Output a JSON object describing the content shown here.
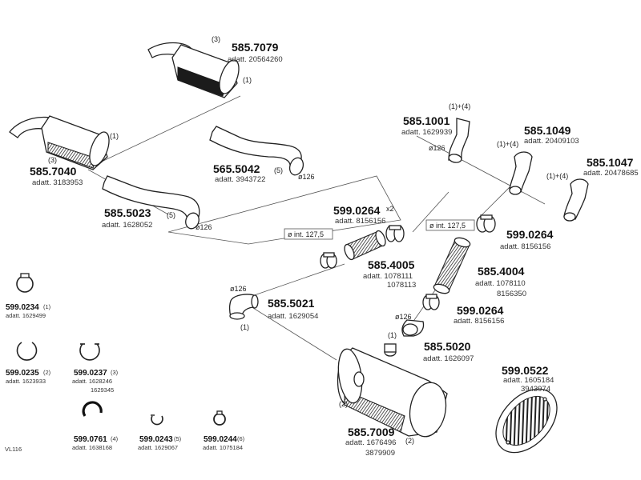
{
  "code": "VL116",
  "parts": {
    "p5857079": {
      "number": "585.7079",
      "ref": "adatt. 20564260",
      "qty": "(3)",
      "note": "(1)"
    },
    "p5857040": {
      "number": "585.7040",
      "ref": "adatt. 3183953",
      "qty": "(3)",
      "note": "(1)"
    },
    "p5855042": {
      "number": "565.5042",
      "ref": "adatt. 3943722",
      "qty": "(5)",
      "dia": "ø126"
    },
    "p5855023": {
      "number": "585.5023",
      "ref": "adatt. 1628052",
      "qty": "(5)",
      "dia": "ø126"
    },
    "p5851001": {
      "number": "585.1001",
      "ref": "adatt. 1629939",
      "qty": "(1)+(4)",
      "dia": "ø126"
    },
    "p5851049": {
      "number": "585.1049",
      "ref": "adatt. 20409103",
      "qty": "(1)+(4)"
    },
    "p5851047": {
      "number": "585.1047",
      "ref": "adatt. 20478685",
      "qty": "(1)+(4)"
    },
    "p5990264a": {
      "number": "599.0264",
      "mult": "x2",
      "ref": "adatt. 8156156"
    },
    "p5990264b": {
      "number": "599.0264",
      "ref": "adatt. 8156156"
    },
    "p5990264c": {
      "number": "599.0264",
      "ref": "adatt. 8156156",
      "dia": "ø126"
    },
    "p5854005": {
      "number": "585.4005",
      "ref1": "adatt. 1078111",
      "ref2": "1078113",
      "dim": "ø int. 127,5"
    },
    "p5854004": {
      "number": "585.4004",
      "ref1": "adatt. 1078110",
      "ref2": "8156350",
      "dim": "ø int. 127,5"
    },
    "p5855021": {
      "number": "585.5021",
      "ref": "adatt. 1629054",
      "dia": "ø126",
      "qty": "(1)"
    },
    "p5855020": {
      "number": "585.5020",
      "ref": "adatt. 1626097",
      "qty": "(1)"
    },
    "p5857009": {
      "number": "585.7009",
      "ref1": "adatt. 1676496",
      "ref2": "3879909",
      "qty1": "(2)",
      "qty2": "(2)"
    },
    "p5990522": {
      "number": "599.0522",
      "ref1": "adatt. 1605184",
      "ref2": "3943974"
    },
    "p5990234": {
      "number": "599.0234",
      "qty": "(1)",
      "ref": "adatt. 1629499"
    },
    "p5990235": {
      "number": "599.0235",
      "qty": "(2)",
      "ref": "adatt. 1623933"
    },
    "p5990237": {
      "number": "599.0237",
      "qty": "(3)",
      "ref1": "adatt. 1628246",
      "ref2": "1629345"
    },
    "p5990761": {
      "number": "599.0761",
      "qty": "(4)",
      "ref": "adatt. 1638168"
    },
    "p5990243": {
      "number": "599.0243",
      "qty": "(5)",
      "ref": "adatt. 1629067"
    },
    "p5990244": {
      "number": "599.0244",
      "qty": "(6)",
      "ref": "adatt. 1075184"
    }
  }
}
